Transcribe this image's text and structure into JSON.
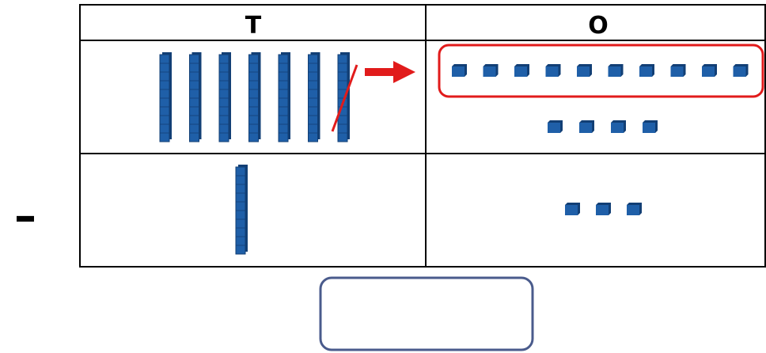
{
  "headers": {
    "tens": "T",
    "ones": "O"
  },
  "operator": "–",
  "top_row": {
    "tens_rods": 7,
    "crossed_rods": 1,
    "ones_cubes_regrouped": 10,
    "ones_cubes_remaining": 4
  },
  "bottom_row": {
    "tens_rods": 1,
    "ones_cubes": 3
  },
  "answer_box": {
    "value": ""
  },
  "colors": {
    "block": "#1f5fa8",
    "block_dark": "#123f75",
    "highlight": "#e11b1b",
    "answer_border": "#4a5b8c"
  }
}
